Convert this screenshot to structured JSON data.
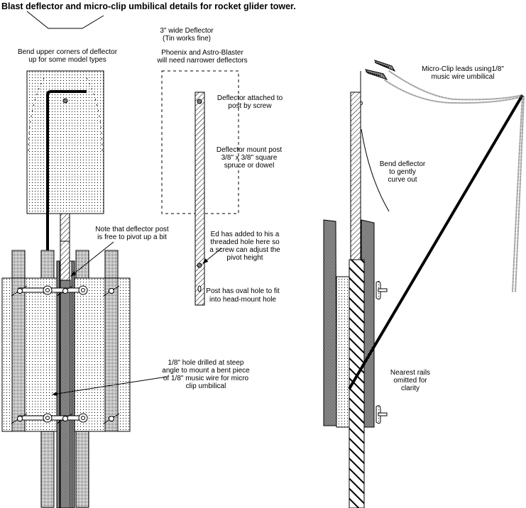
{
  "title": "Blast deflector and micro-clip umbilical details for rocket glider tower.",
  "colors": {
    "ink": "#000000",
    "background": "#ffffff",
    "dot_fill": "#c8c8c8",
    "dense_fill": "#8a8a8a"
  },
  "labels": {
    "bend_corners": [
      "Bend upper corners of deflector",
      "up for some model types"
    ],
    "deflector_width": [
      "3\" wide Deflector",
      "(Tin works fine)"
    ],
    "narrower": [
      "Phoenix and Astro-Blaster",
      "will need narrower deflectors"
    ],
    "attached_by_screw": [
      "Deflector attached to",
      "post by screw"
    ],
    "mount_post": [
      "Deflector mount post",
      "3/8\" x 3/8\" square",
      "spruce or dowel"
    ],
    "pivot_note": [
      "Note that deflector post",
      "is free to pivot up a bit"
    ],
    "threaded_hole": [
      "Ed has added to his a",
      "threaded hole here so",
      "a screw can adjust the",
      "pivot height"
    ],
    "oval_hole": [
      "Post has oval hole to fit",
      "into head-mount hole"
    ],
    "hole_drilled": [
      "1/8\" hole drilled at steep",
      "angle to mount a bent piece",
      "of 1/8\" music wire for micro",
      "clip umbilical"
    ],
    "micro_clip": [
      "Micro-Clip leads using1/8\"",
      "music wire umbilical"
    ],
    "bend_deflector": [
      "Bend deflector",
      "to gently",
      "curve out"
    ],
    "nearest_rails": [
      "Nearest rails",
      "omitted for",
      "clarity"
    ]
  },
  "icons": {
    "alligator_clip": "alligator-clip-icon",
    "wing_nut": "wing-nut-icon",
    "screw_head": "screw-icon"
  }
}
